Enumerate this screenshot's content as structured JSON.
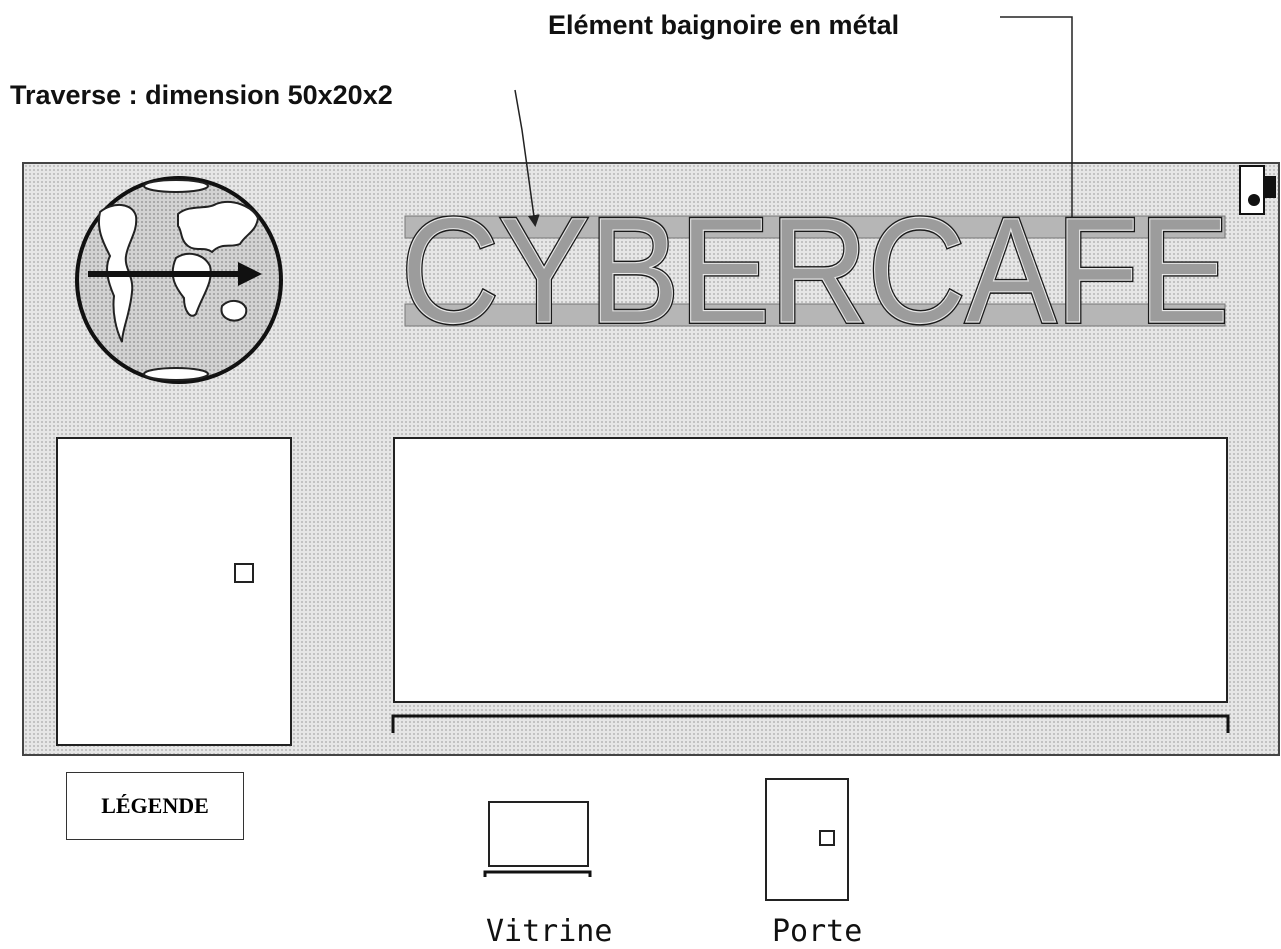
{
  "annotations": {
    "metal_element": "Elément baignoire en métal",
    "crossbar": "Traverse : dimension 50x20x2"
  },
  "facade": {
    "sign_text": "CYBERCAFE"
  },
  "legend": {
    "title": "LÉGENDE",
    "items": [
      {
        "label": "Vitrine",
        "icon": "shop-window-icon"
      },
      {
        "label": "Porte",
        "icon": "door-icon"
      }
    ]
  },
  "colors": {
    "facade_fill": "#e6e6e6",
    "sign_fill": "#9a9a9a",
    "band": "#b0b0b0",
    "outline": "#222222"
  }
}
